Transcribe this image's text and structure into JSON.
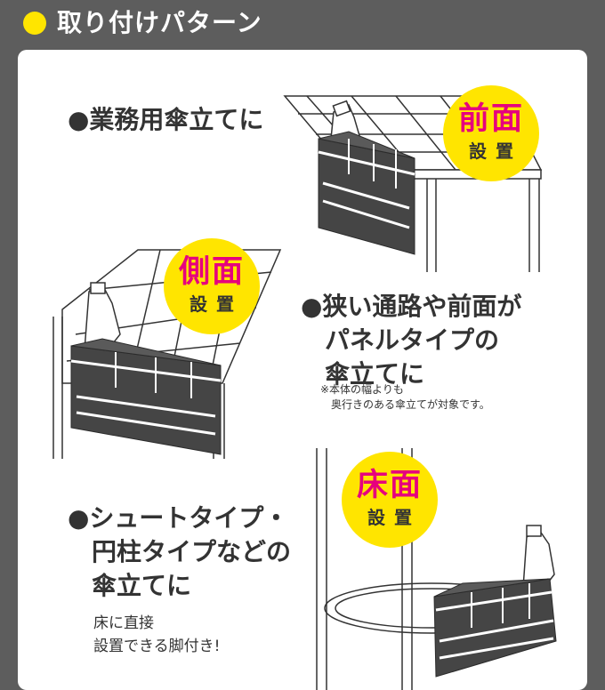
{
  "header": {
    "title": "取り付けパターン"
  },
  "sections": {
    "front": {
      "heading": "●業務用傘立てに",
      "badge": {
        "main": "前面",
        "sub": "設置"
      }
    },
    "side": {
      "heading_lines": [
        "●狭い通路や前面が",
        "パネルタイプの",
        "傘立てに"
      ],
      "note_lines": [
        "※本体の幅よりも",
        "奥行きのある傘立てが対象です。"
      ],
      "badge": {
        "main": "側面",
        "sub": "設置"
      }
    },
    "floor": {
      "heading_lines": [
        "●シュートタイプ・",
        "円柱タイプなどの",
        "傘立てに"
      ],
      "sub_lines": [
        "床に直接",
        "設置できる脚付き!"
      ],
      "badge": {
        "main": "床面",
        "sub": "設置"
      }
    }
  },
  "colors": {
    "background": "#5d5d5d",
    "accent_yellow": "#ffe500",
    "badge_text_magenta": "#e6007e",
    "product": "#454545"
  }
}
